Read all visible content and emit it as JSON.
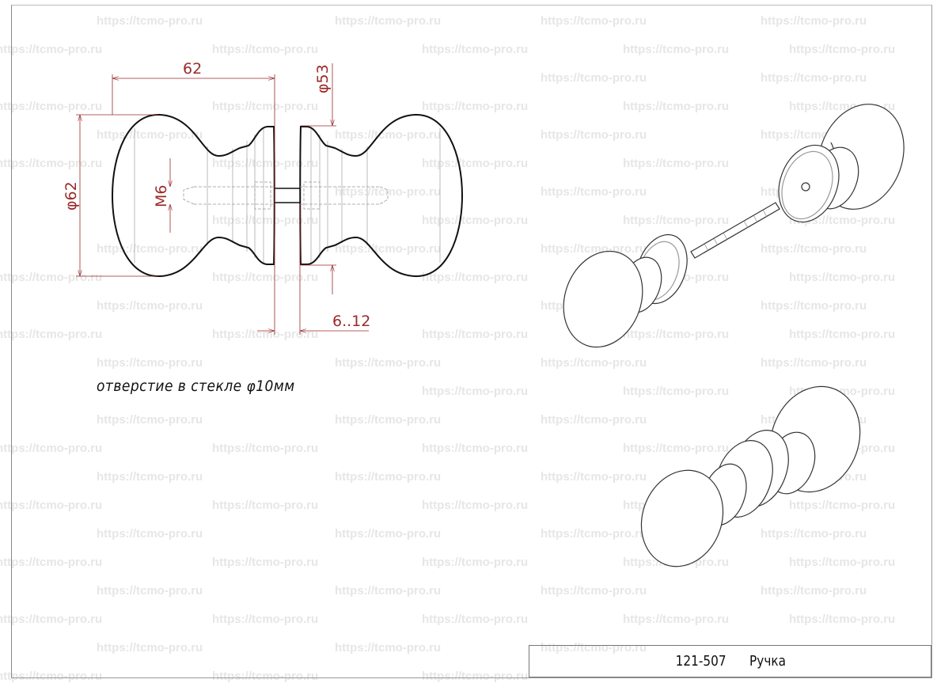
{
  "watermark": "https://tcmo-pro.ru",
  "dimensions": {
    "length": "62",
    "flange_diameter": "φ53",
    "knob_diameter": "φ62",
    "thread": "M6",
    "glass_thickness": "6..12"
  },
  "caption": "отверстие в стекле φ10мм",
  "title_block": {
    "code": "121-507",
    "name": "Ручка"
  },
  "colors": {
    "dimension": "#9a2a2a",
    "outline": "#111111",
    "watermark": "#e6e6e6"
  }
}
